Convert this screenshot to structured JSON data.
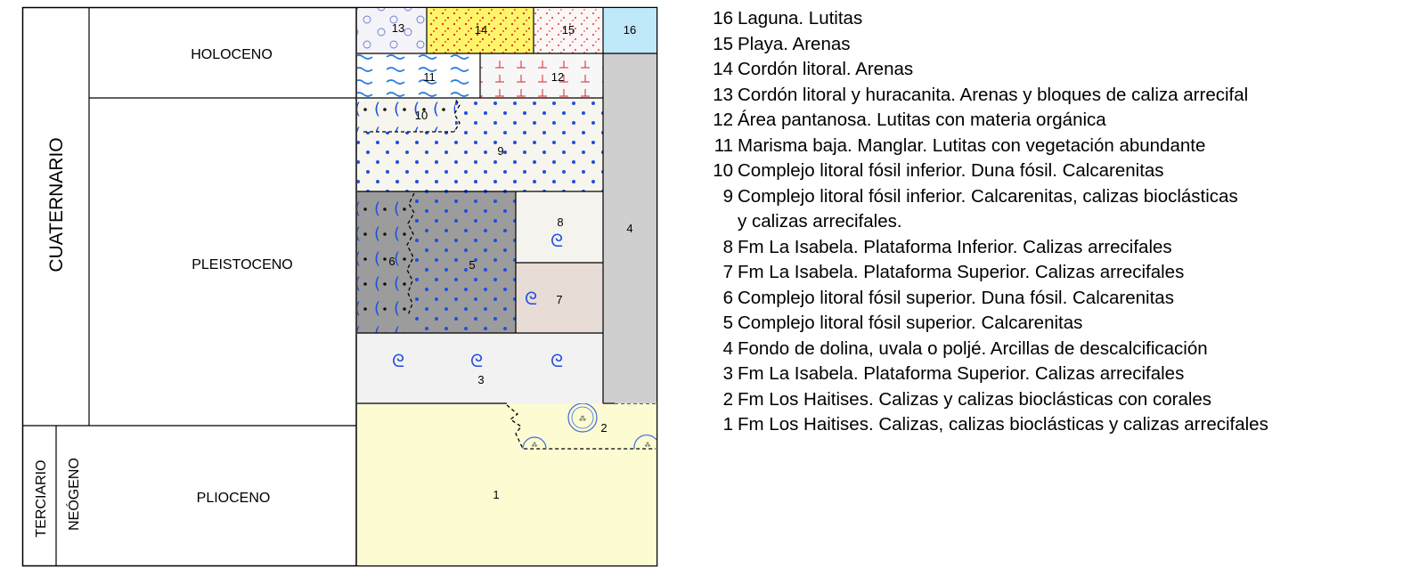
{
  "column_labels": {
    "cuaternario": "CUATERNARIO",
    "terciario": "TERCIARIO",
    "neogeno": "NEÓGENO"
  },
  "epochs": {
    "holoceno": "HOLOCENO",
    "pleistoceno": "PLEISTOCENO",
    "plioceno": "PLIOCENO"
  },
  "unit_numbers": {
    "u1": "1",
    "u2": "2",
    "u3": "3",
    "u4": "4",
    "u5": "5",
    "u6": "6",
    "u7": "7",
    "u8": "8",
    "u9": "9",
    "u10": "10",
    "u11": "11",
    "u12": "12",
    "u13": "13",
    "u14": "14",
    "u15": "15",
    "u16": "16"
  },
  "legend": [
    {
      "num": "16",
      "text": "Laguna. Lutitas"
    },
    {
      "num": "15",
      "text": "Playa. Arenas"
    },
    {
      "num": "14",
      "text": "Cordón litoral. Arenas"
    },
    {
      "num": "13",
      "text": "Cordón litoral y huracanita. Arenas y bloques de caliza arrecifal"
    },
    {
      "num": "12",
      "text": "Área pantanosa. Lutitas con materia orgánica"
    },
    {
      "num": "11",
      "text": "Marisma baja. Manglar. Lutitas con vegetación abundante"
    },
    {
      "num": "10",
      "text": "Complejo litoral fósil inferior. Duna fósil. Calcarenitas"
    },
    {
      "num": "9",
      "text": "Complejo litoral fósil inferior. Calcarenitas, calizas bioclásticas"
    },
    {
      "num": "",
      "text": "y calizas arrecifales."
    },
    {
      "num": "8",
      "text": "Fm La Isabela. Plataforma Inferior. Calizas arrecifales"
    },
    {
      "num": "7",
      "text": "Fm La Isabela. Plataforma Superior. Calizas arrecifales"
    },
    {
      "num": "6",
      "text": "Complejo litoral fósil superior. Duna fósil. Calcarenitas"
    },
    {
      "num": "5",
      "text": "Complejo litoral fósil superior. Calcarenitas"
    },
    {
      "num": "4",
      "text": "Fondo de dolina,  uvala o poljé. Arcillas de descalcificación"
    },
    {
      "num": "3",
      "text": "Fm La Isabela. Plataforma Superior. Calizas arrecifales"
    },
    {
      "num": "2",
      "text": "Fm Los Haitises. Calizas y calizas bioclásticas con corales"
    },
    {
      "num": "1",
      "text": "Fm Los Haitises. Calizas, calizas bioclásticas y calizas arrecifales"
    }
  ],
  "colors": {
    "u1": "#fdfbd2",
    "u2": "#fdfbd2",
    "u3": "#f2f2f2",
    "u4": "#cfcfcf",
    "u5": "#9c9c9c",
    "u6": "#9c9c9c",
    "u7": "#e8dcd6",
    "u8": "#f4f3ee",
    "u9": "#f6f5ee",
    "u10": "#f6f5ee",
    "u11": "#ffffff",
    "u12": "#f7f7f7",
    "u13": "#f4f4f8",
    "u14": "#fff56a",
    "u15": "#fbf7f7",
    "u16": "#bfe8f8",
    "symbol_blue": "#1f4fe0",
    "dot_red": "#e02020"
  },
  "icons": {
    "spiral": "spiral-fossil-icon",
    "crescent": "crescent-icon",
    "coral": "coral-colony-icon",
    "wave": "wave-icon",
    "marsh": "marsh-plant-icon"
  }
}
